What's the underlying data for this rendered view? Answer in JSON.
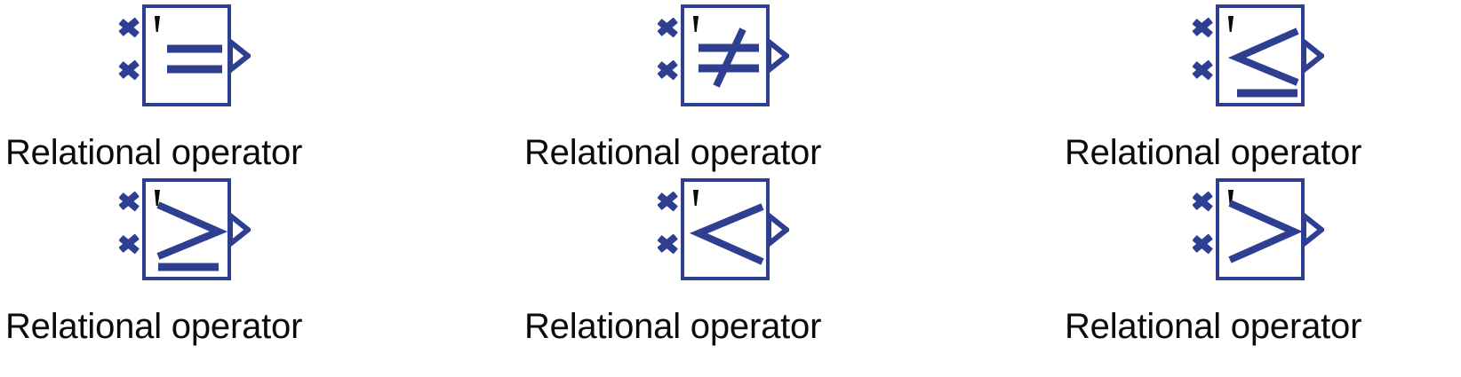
{
  "page": {
    "background_color": "#ffffff",
    "block_color": "#2e3f91",
    "text_color": "#0a0a0a",
    "caption_text": "Relational operator"
  },
  "blocks": [
    {
      "id": "eq",
      "operator_symbol": "==",
      "operator_name": "equal-to",
      "caption": "Relational operator",
      "inputs": 2,
      "outputs": 1,
      "row": 1,
      "column": 1
    },
    {
      "id": "neq",
      "operator_symbol": "≠",
      "operator_name": "not-equal-to",
      "caption": "Relational operator",
      "inputs": 2,
      "outputs": 1,
      "row": 1,
      "column": 2
    },
    {
      "id": "le",
      "operator_symbol": "≤",
      "operator_name": "less-than-or-equal-to",
      "caption": "Relational operator",
      "inputs": 2,
      "outputs": 1,
      "row": 1,
      "column": 3
    },
    {
      "id": "ge",
      "operator_symbol": "≥",
      "operator_name": "greater-than-or-equal-to",
      "caption": "Relational operator",
      "inputs": 2,
      "outputs": 1,
      "row": 2,
      "column": 1
    },
    {
      "id": "lt",
      "operator_symbol": "<",
      "operator_name": "less-than",
      "caption": "Relational operator",
      "inputs": 2,
      "outputs": 1,
      "row": 2,
      "column": 2
    },
    {
      "id": "gt",
      "operator_symbol": ">",
      "operator_name": "greater-than",
      "caption": "Relational operator",
      "inputs": 2,
      "outputs": 1,
      "row": 2,
      "column": 3
    }
  ]
}
